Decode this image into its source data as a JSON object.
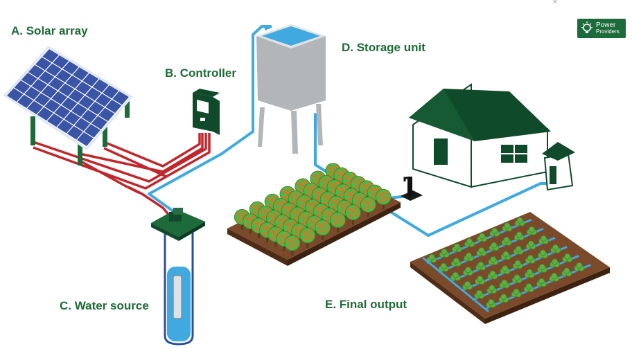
{
  "labels": {
    "solar_array": "A. Solar array",
    "controller": "B. Controller",
    "water_source": "C. Water source",
    "storage_unit": "D. Storage unit",
    "final_output": "E. Final output"
  },
  "logo": {
    "line1": "Power",
    "line2": "Providers"
  },
  "close_mark": "×",
  "colors": {
    "label_text": "#1e6a36",
    "brand": "#1d6b3a",
    "dark_green": "#0f4a2a",
    "panel_blue": "#3a55a6",
    "wire_red": "#c0272d",
    "pipe_blue": "#3fa9e0",
    "soil": "#7a4a2a",
    "tank_grey": "#b3b6b9",
    "fruit_orange": "#f26a21",
    "leaf_green": "#5db043"
  }
}
